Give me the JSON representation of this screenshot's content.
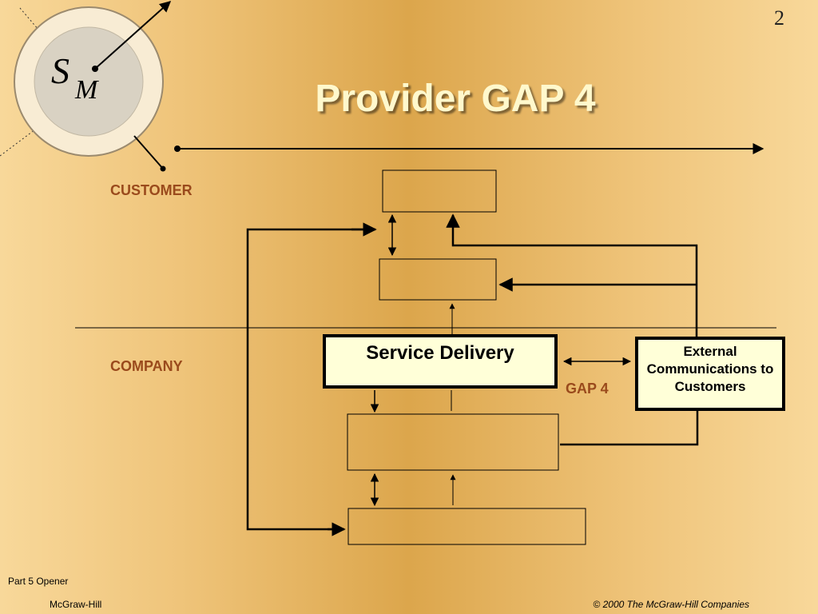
{
  "logo": {
    "letter_main": "S",
    "letter_sub": "M"
  },
  "page_number": "2",
  "title": "Provider GAP 4",
  "zones": {
    "customer": "CUSTOMER",
    "company": "COMPANY"
  },
  "boxes": {
    "service_delivery": "Service Delivery",
    "external_communications": "External Communications to Customers"
  },
  "gap_label": "GAP 4",
  "footer": {
    "part": "Part 5 Opener",
    "publisher": "McGraw-Hill",
    "copyright": "© 2000 The McGraw-Hill Companies"
  },
  "colors": {
    "zone_label": "#9a4a1c",
    "title": "#fff8cc",
    "highlight_fill": "#ffffd8"
  }
}
